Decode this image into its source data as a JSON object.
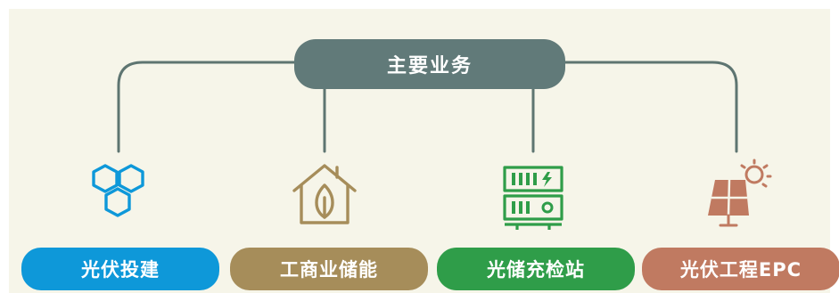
{
  "hub": {
    "label": "主要业务"
  },
  "colors": {
    "background": "#f6f5e9",
    "hub": "#617a79",
    "connector": "#5e7571",
    "blue": "#0e98d9",
    "gold": "#a68d5a",
    "green": "#2f9d49",
    "brown": "#c07a61"
  },
  "businesses": [
    {
      "label": "光伏投建",
      "icon": "hexagon-cluster-icon",
      "color": "#0e98d9"
    },
    {
      "label": "工商业储能",
      "icon": "house-leaf-icon",
      "color": "#a68d5a"
    },
    {
      "label": "光储充检站",
      "icon": "charging-station-icon",
      "color": "#2f9d49"
    },
    {
      "label": "光伏工程EPC",
      "icon": "solar-panel-sun-icon",
      "color": "#c07a61"
    }
  ]
}
